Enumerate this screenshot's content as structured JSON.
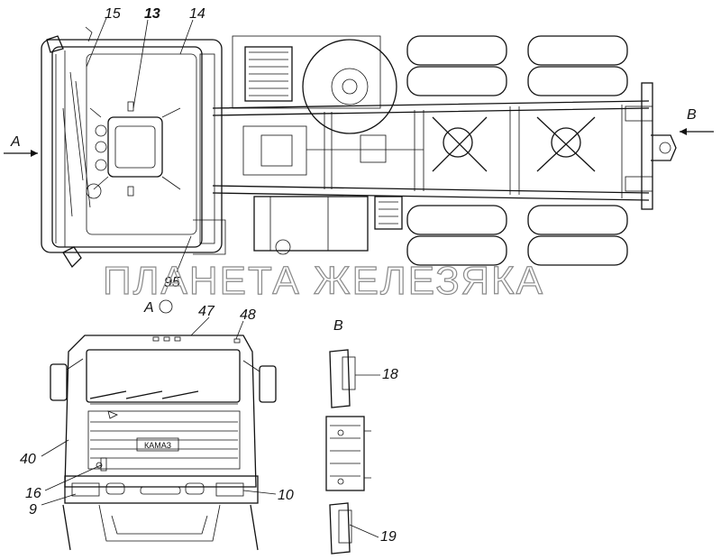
{
  "watermark": "ПЛАНЕТА ЖЕЛЕЗЯКА",
  "views": {
    "top_view_arrow_left": "A",
    "top_view_arrow_right": "B",
    "front_view_title": "A",
    "rear_view_title": "B"
  },
  "callouts": {
    "c15": "15",
    "c13": "13",
    "c14": "14",
    "c95": "95",
    "c47": "47",
    "c48": "48",
    "c40": "40",
    "c16": "16",
    "c9": "9",
    "c10": "10",
    "c18": "18",
    "c19": "19"
  },
  "grille_brand": "КАМАЗ",
  "colors": {
    "ink": "#111111",
    "watermark": "#8a8a8a",
    "background": "#ffffff"
  }
}
